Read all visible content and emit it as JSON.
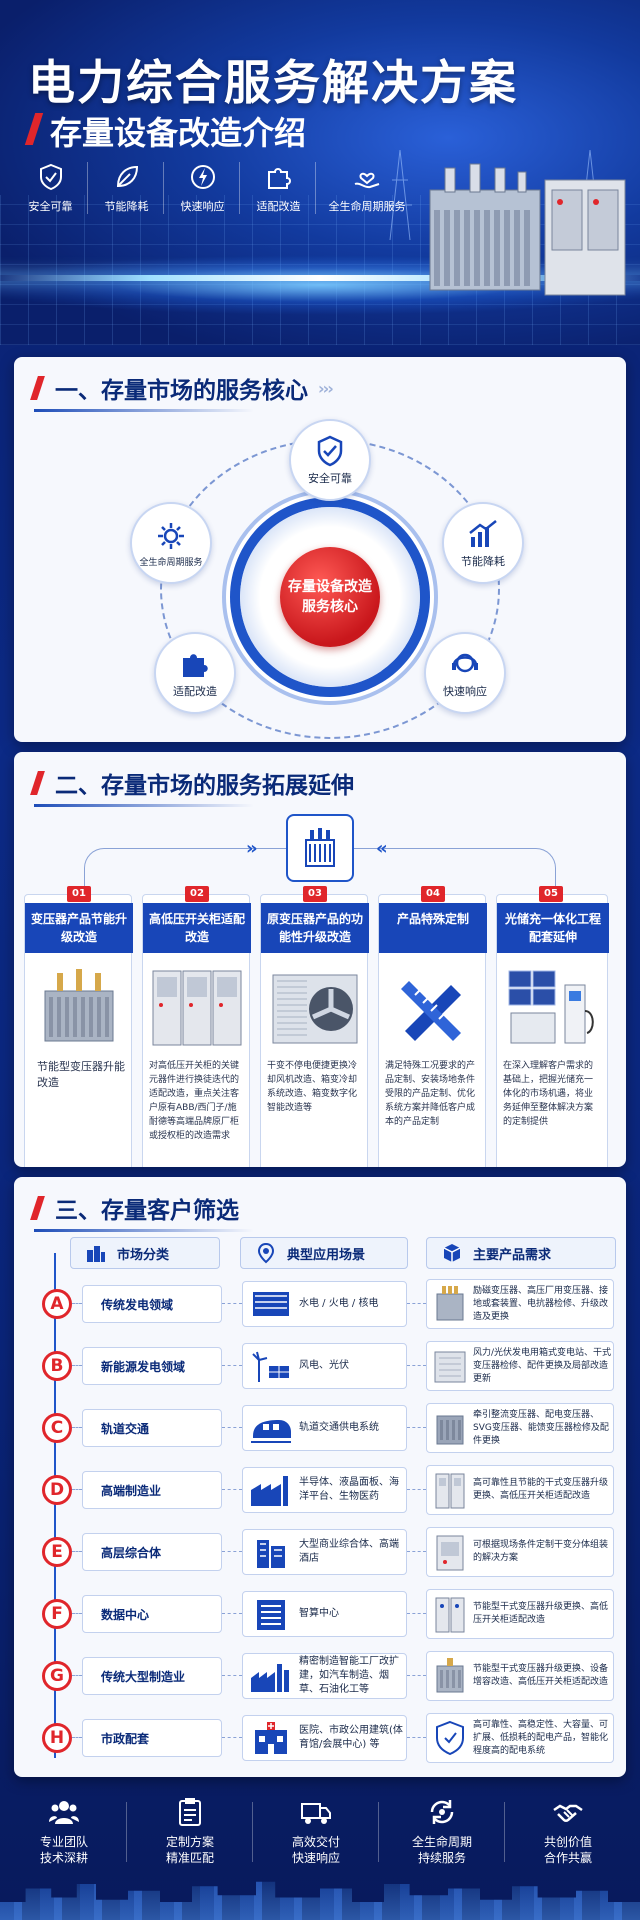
{
  "hero": {
    "title": "电力综合服务解决方案",
    "subtitle": "存量设备改造介绍",
    "features": [
      {
        "icon": "shield-check-icon",
        "label": "安全可靠"
      },
      {
        "icon": "leaf-icon",
        "label": "节能降耗"
      },
      {
        "icon": "lightning-icon",
        "label": "快速响应"
      },
      {
        "icon": "puzzle-icon",
        "label": "适配改造"
      },
      {
        "icon": "hand-heart-icon",
        "label": "全生命周期服务"
      }
    ]
  },
  "section1": {
    "title": "一、存量市场的服务核心",
    "core": "存量设备改造服务核心",
    "nodes": {
      "top": "安全可靠",
      "left": "全生命周期服务",
      "right": "节能降耗",
      "bottom_left": "适配改造",
      "bottom_right": "快速响应"
    }
  },
  "section2": {
    "title": "二、存量市场的服务拓展延伸",
    "cards": [
      {
        "num": "01",
        "title": "变压器产品节能升级改造",
        "desc": "节能型变压器升能改造"
      },
      {
        "num": "02",
        "title": "高低压开关柜适配改造",
        "desc": "对高低压开关柜的关键元器件进行换徒迭代的适配改造，重点关注客户原有ABB/西门子/施耐德等高端品牌原厂柜或授权柜的改造需求"
      },
      {
        "num": "03",
        "title": "原变压器产品的功能性升级改造",
        "desc": "干变不停电便捷更换冷却风机改造、箱变冷却系统改造、箱变数字化智能改造等"
      },
      {
        "num": "04",
        "title": "产品特殊定制",
        "desc": "满足特殊工况要求的产品定制、安装场地条件受限的产品定制、优化系统方案并降低客户成本的产品定制"
      },
      {
        "num": "05",
        "title": "光储充一体化工程配套延伸",
        "desc": "在深入理解客户需求的基础上，把握光储充一体化的市场机遇，将业务延伸至整体解决方案的定制提供"
      }
    ]
  },
  "section3": {
    "title": "三、存量客户筛选",
    "headers": {
      "market": "市场分类",
      "scene": "典型应用场景",
      "product": "主要产品需求"
    },
    "rows": [
      {
        "letter": "A",
        "market": "传统发电领域",
        "scene": "水电 / 火电 / 核电",
        "product": "励磁变压器、高压厂用变压器、接地或套装置、电抗器检修、升级改造及更换"
      },
      {
        "letter": "B",
        "market": "新能源发电领域",
        "scene": "风电、光伏",
        "product": "风力/光伏发电用箱式变电站、干式变压器检修、配件更换及局部改造更新"
      },
      {
        "letter": "C",
        "market": "轨道交通",
        "scene": "轨道交通供电系统",
        "product": "牵引整流变压器、配电变压器、SVG变压器、能馈变压器检修及配件更换"
      },
      {
        "letter": "D",
        "market": "高端制造业",
        "scene": "半导体、液晶面板、海洋平台、生物医药",
        "product": "高可靠性且节能的干式变压器升级更换、高低压开关柜适配改造"
      },
      {
        "letter": "E",
        "market": "高层综合体",
        "scene": "大型商业综合体、高端酒店",
        "product": "可根据现场条件定制干变分体组装的解决方案"
      },
      {
        "letter": "F",
        "market": "数据中心",
        "scene": "智算中心",
        "product": "节能型干式变压器升级更换、高低压开关柜适配改造"
      },
      {
        "letter": "G",
        "market": "传统大型制造业",
        "scene": "精密制造智能工厂改扩建，如汽车制造、烟草、石油化工等",
        "product": "节能型干式变压器升级更换、设备增容改造、高低压开关柜适配改造"
      },
      {
        "letter": "H",
        "market": "市政配套",
        "scene": "医院、市政公用建筑(体育馆/会展中心) 等",
        "product": "高可靠性、高稳定性、大容量、可扩展、低损耗的配电产品，智能化程度高的配电系统"
      }
    ]
  },
  "footer": [
    {
      "icon": "team-icon",
      "line1": "专业团队",
      "line2": "技术深耕"
    },
    {
      "icon": "clipboard-icon",
      "line1": "定制方案",
      "line2": "精准匹配"
    },
    {
      "icon": "truck-icon",
      "line1": "高效交付",
      "line2": "快速响应"
    },
    {
      "icon": "cycle-icon",
      "line1": "全生命周期",
      "line2": "持续服务"
    },
    {
      "icon": "handshake-icon",
      "line1": "共创价值",
      "line2": "合作共赢"
    }
  ],
  "colors": {
    "primary": "#1846b8",
    "accent": "#e0262b",
    "navy": "#0a2a78"
  }
}
